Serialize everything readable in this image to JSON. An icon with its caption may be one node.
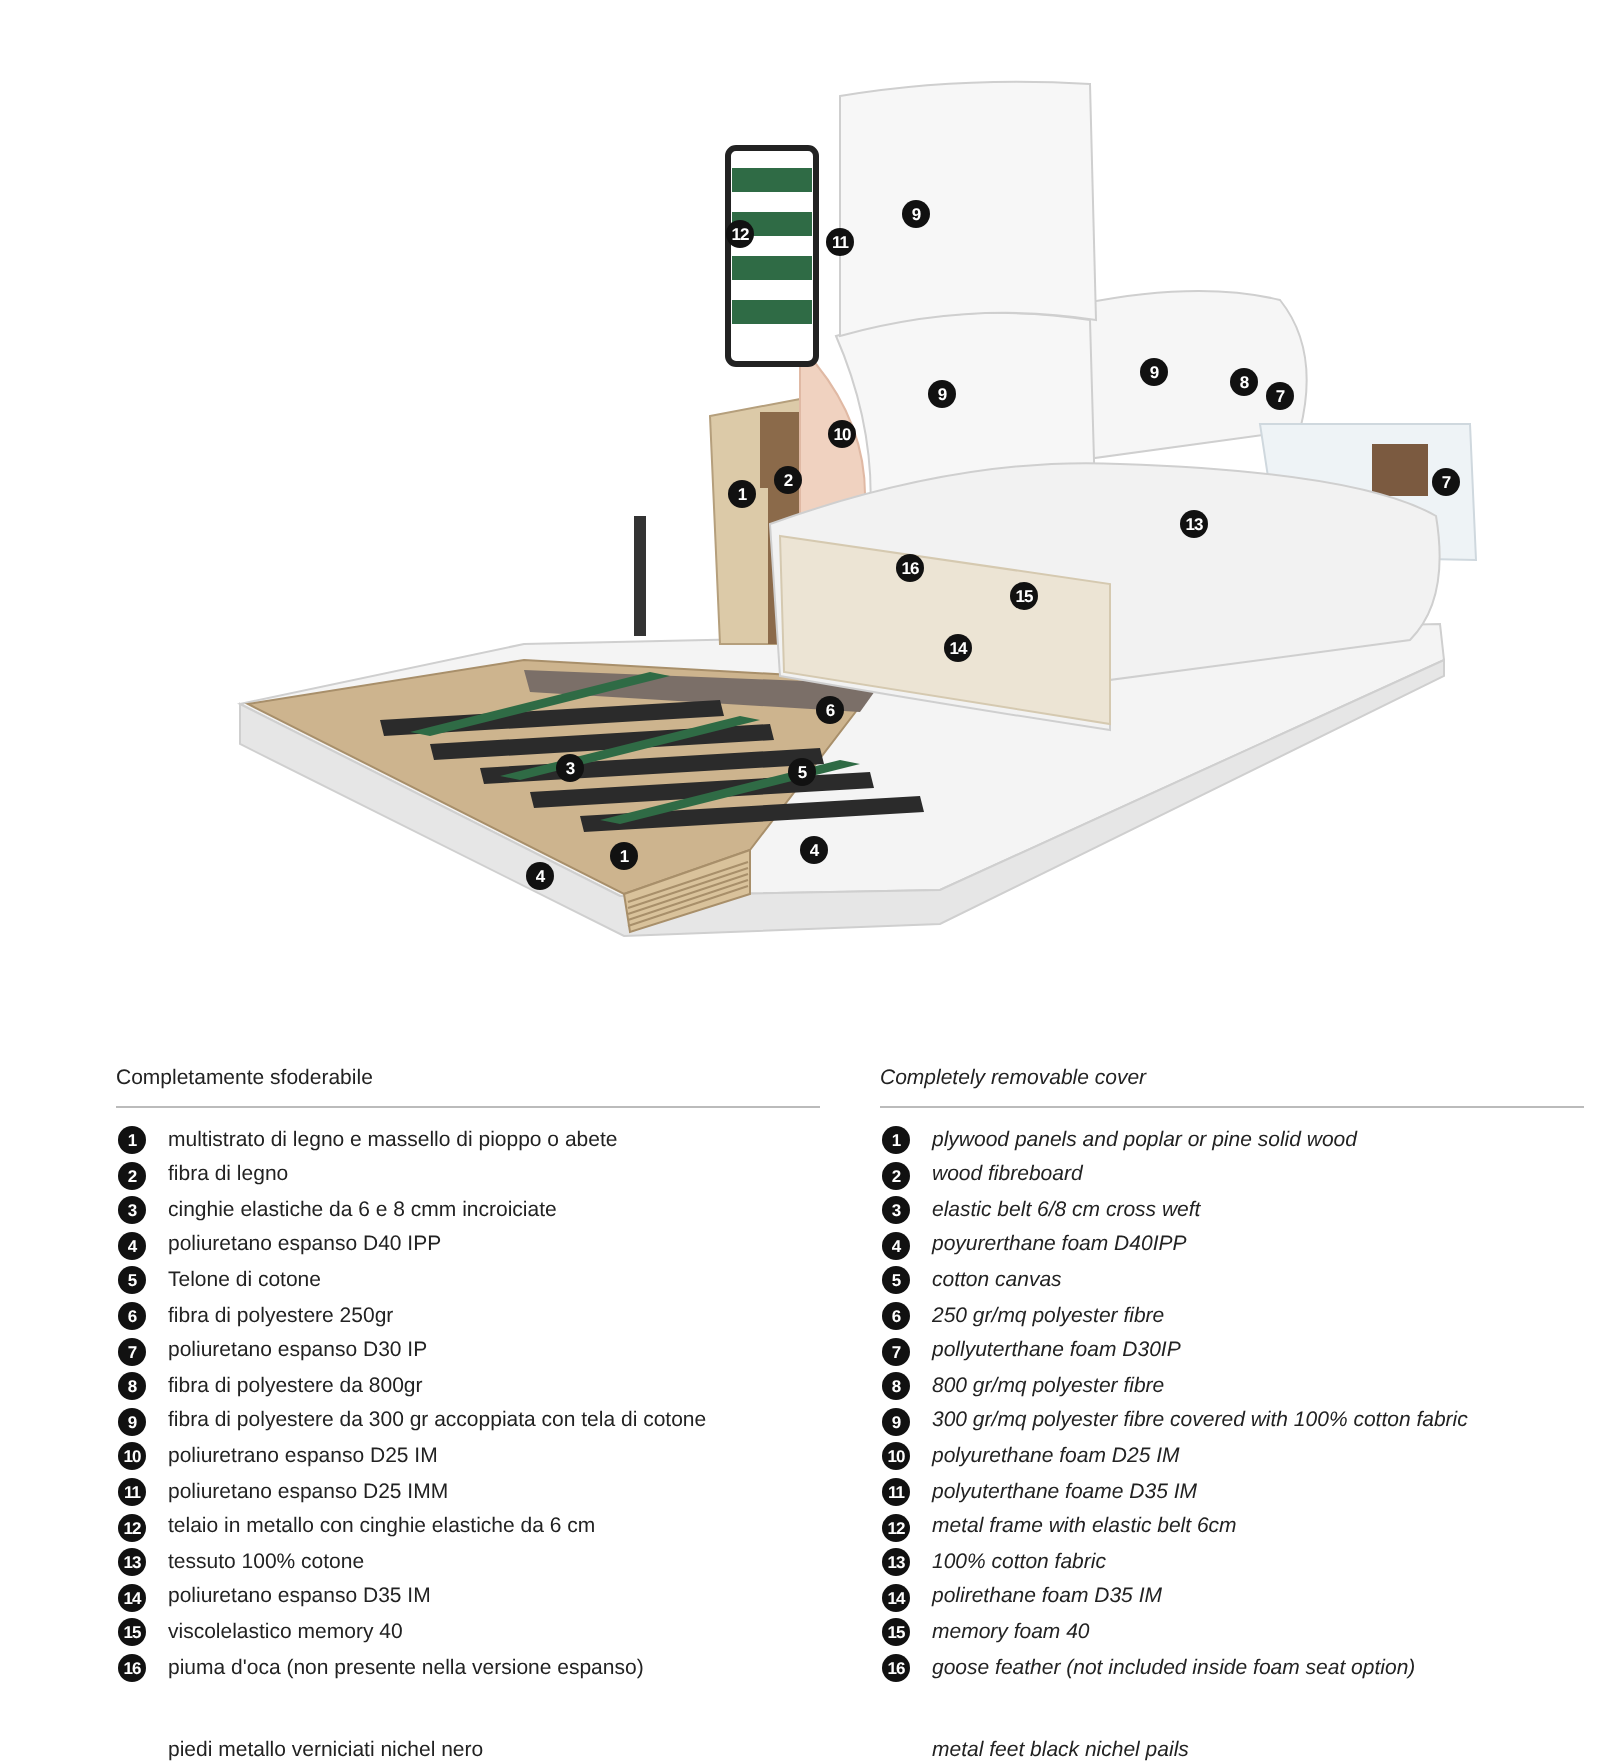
{
  "diagram": {
    "labels": [
      "9",
      "12",
      "11",
      "9",
      "9",
      "8",
      "7",
      "10",
      "1",
      "2",
      "7",
      "13",
      "16",
      "15",
      "14",
      "6",
      "3",
      "5",
      "4",
      "1",
      "4",
      "Completamente sfoderabile",
      "1",
      "multistrato di legno e massello di pioppo o abete",
      "2",
      "fibra di legno",
      "3",
      "cinghie elastiche da 6 e 8 cmm incroiciate",
      "4",
      "poliuretano espanso D40 IPP",
      "5",
      "Telone di cotone",
      "6",
      "fibra di polyestere 250gr",
      "7",
      "poliuretano espanso D30 IP",
      "8",
      "fibra di polyestere da 800gr",
      "9",
      "fibra di polyestere da 300 gr accoppiata con tela di cotone",
      "10",
      "poliuretrano espanso D25 IM",
      "11",
      "poliuretano espanso D25 IMM",
      "12",
      "telaio in metallo con cinghie elastiche da 6 cm",
      "13",
      "tessuto 100% cotone",
      "14",
      "poliuretano espanso D35 IM",
      "15",
      "viscolelastico memory 40",
      "16",
      "piuma d'oca (non presente nella versione espanso)",
      "piedi metallo verniciati nichel nero",
      "Completely removable cover",
      "1",
      "plywood panels and poplar or pine solid wood",
      "2",
      "wood fibreboard",
      "3",
      "elastic belt 6/8 cm cross weft",
      "4",
      "poyurerthane foam D40IPP",
      "5",
      "cotton canvas",
      "6",
      "250 gr/mq polyester fibre",
      "7",
      "pollyuterthane foam D30IP",
      "8",
      "800 gr/mq polyester fibre",
      "9",
      "300 gr/mq polyester fibre covered with 100% cotton fabric",
      "10",
      "polyurethane foam D25 IM",
      "11",
      "polyuterthane foame D35 IM",
      "12",
      "metal frame with elastic belt 6cm",
      "13",
      "100% cotton fabric",
      "14",
      "polirethane foam D35 IM",
      "15",
      "memory foam 40",
      "16",
      "goose feather (not included inside foam seat option)",
      "metal feet black nichel pails"
    ]
  }
}
